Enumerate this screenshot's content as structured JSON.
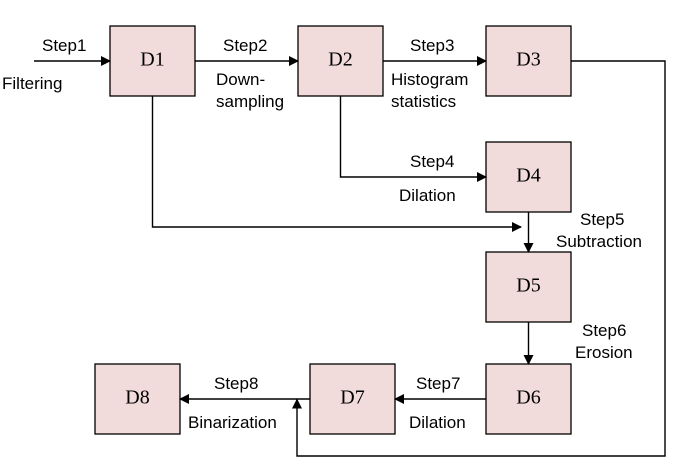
{
  "nodes": {
    "d1": "D1",
    "d2": "D2",
    "d3": "D3",
    "d4": "D4",
    "d5": "D5",
    "d6": "D6",
    "d7": "D7",
    "d8": "D8"
  },
  "steps": {
    "step1": {
      "name": "Step1",
      "op": "Filtering"
    },
    "step2": {
      "name": "Step2",
      "op_line1": "Down-",
      "op_line2": "sampling"
    },
    "step3": {
      "name": "Step3",
      "op_line1": "Histogram",
      "op_line2": "statistics"
    },
    "step4": {
      "name": "Step4",
      "op": "Dilation"
    },
    "step5": {
      "name": "Step5",
      "op": "Subtraction"
    },
    "step6": {
      "name": "Step6",
      "op": "Erosion"
    },
    "step7": {
      "name": "Step7",
      "op": "Dilation"
    },
    "step8": {
      "name": "Step8",
      "op": "Binarization"
    }
  },
  "colors": {
    "box_fill": "#f2dcdb",
    "stroke": "#000000"
  }
}
